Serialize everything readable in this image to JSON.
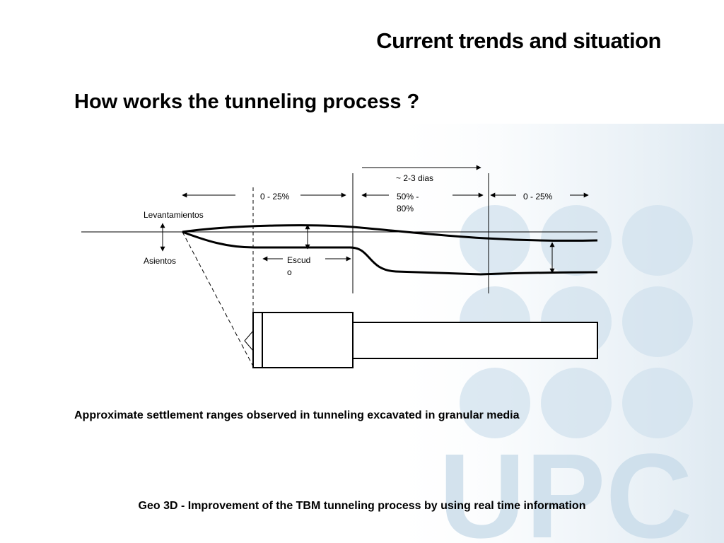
{
  "slide": {
    "title": "Current trends and situation",
    "subtitle": "How works the tunneling process ?",
    "caption": "Approximate settlement ranges observed in tunneling excavated in granular media",
    "footer": "Geo 3D - Improvement of the TBM tunneling process by using real time information"
  },
  "watermark": {
    "text": "UPC",
    "color": "#c9dcea"
  },
  "diagram": {
    "labels": {
      "heave": "Levantamientos",
      "settlement": "Asientos",
      "range_front": "0 - 25%",
      "range_shield_line1": "50% -",
      "range_shield_line2": "80%",
      "range_tail": "0 - 25%",
      "duration": "~ 2-3 dias",
      "shield_line1": "Escud",
      "shield_line2": "o"
    }
  }
}
